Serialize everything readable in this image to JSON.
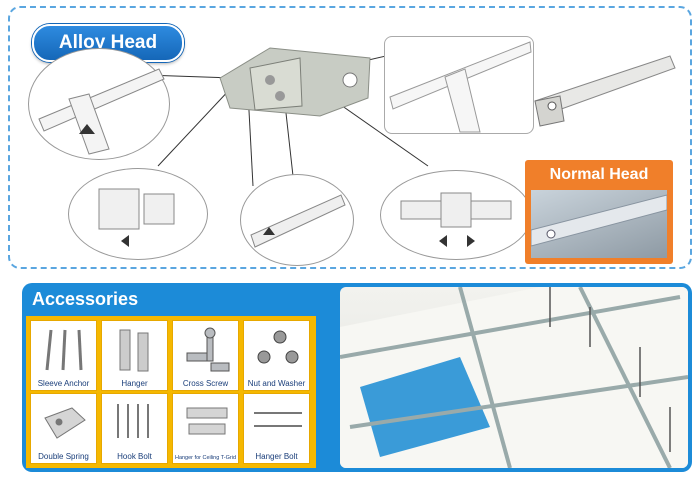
{
  "top": {
    "alloy_head_label": "Alloy Head",
    "normal_head_label": "Normal Head"
  },
  "accessories": {
    "title": "Accessories",
    "items": [
      {
        "label": "Sleeve Anchor",
        "icon": "sleeve-anchor-icon"
      },
      {
        "label": "Hanger",
        "icon": "hanger-icon"
      },
      {
        "label": "Cross Screw",
        "icon": "cross-screw-icon"
      },
      {
        "label": "Nut and Washer",
        "icon": "nut-washer-icon"
      },
      {
        "label": "Double Spring",
        "icon": "double-spring-icon"
      },
      {
        "label": "Hook Bolt",
        "icon": "hook-bolt-icon"
      },
      {
        "label": "Hanger for Ceiling T-Grid",
        "icon": "t-grid-hanger-icon"
      },
      {
        "label": "Hanger Bolt",
        "icon": "hanger-bolt-icon"
      }
    ]
  },
  "colors": {
    "accent_blue": "#1c8bd8",
    "pill_blue": "#1567b8",
    "orange": "#f07f2a",
    "grid_yellow": "#f5b800",
    "dashed_border": "#5aa6e0"
  }
}
